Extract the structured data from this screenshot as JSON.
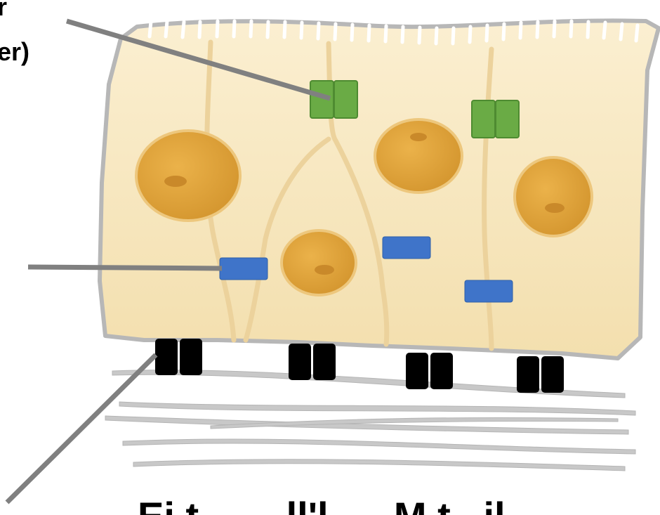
{
  "labels": {
    "top_left_line1": "r",
    "top_left_line2": "er)",
    "bottom": "Ei t        ll'l      M t   il"
  },
  "colors": {
    "cell_fill": "#f6e4b8",
    "cell_stroke": "#b7b7b7",
    "nucleus": "#e0a43b",
    "nucleus_dark": "#c9892a",
    "tight_junction": "#6aab45",
    "adherens_junction": "#3f74c9",
    "hemidesmosome": "#000000",
    "fiber": "#c8c8c8",
    "leader_line": "#808080"
  }
}
